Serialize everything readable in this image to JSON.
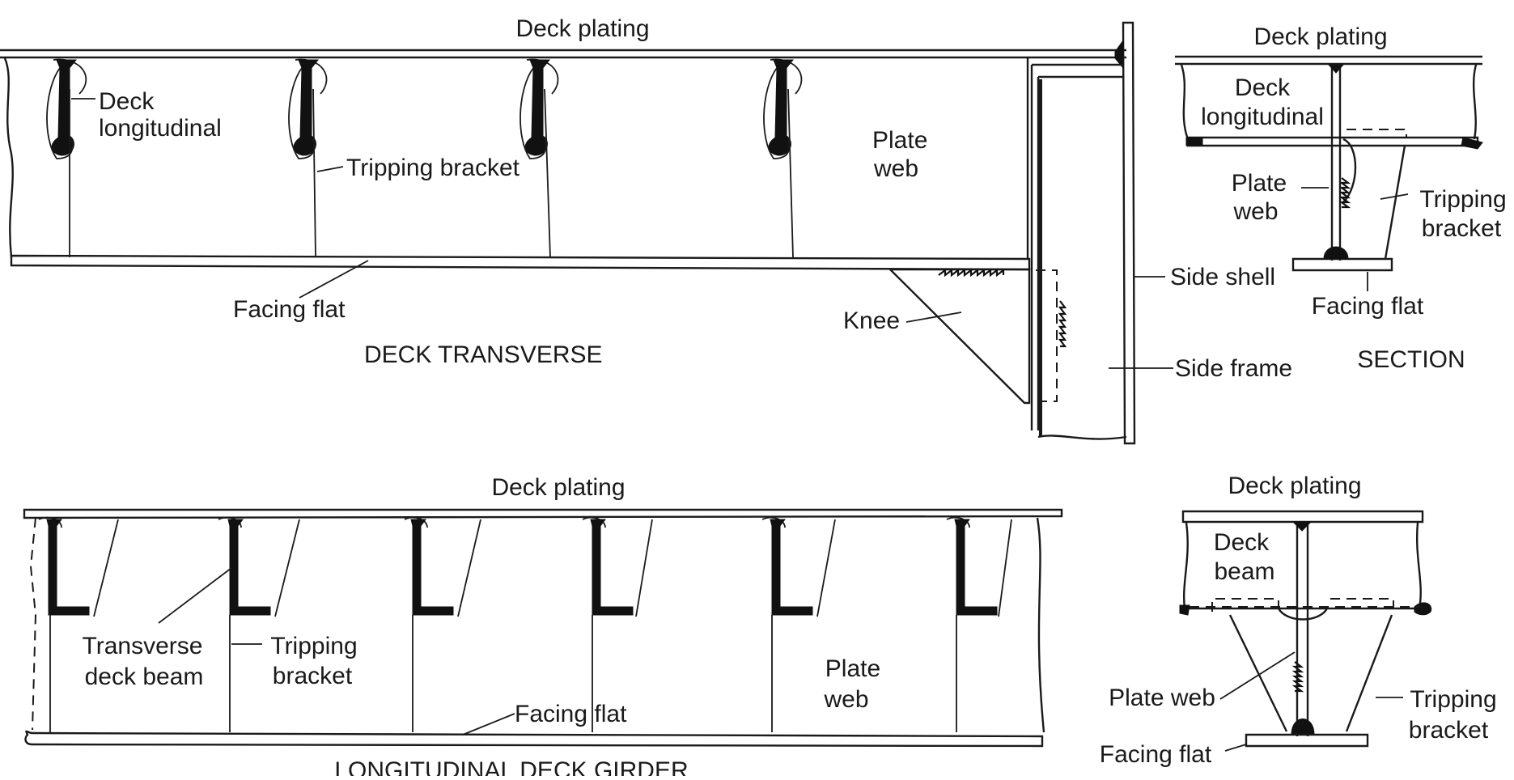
{
  "labels": {
    "t_deck_plating": "Deck plating",
    "t_deck_longitudinal_1": "Deck",
    "t_deck_longitudinal_2": "longitudinal",
    "t_tripping_bracket": "Tripping bracket",
    "t_plate_web_1": "Plate",
    "t_plate_web_2": "web",
    "t_facing_flat": "Facing flat",
    "t_title": "DECK TRANSVERSE",
    "t_knee": "Knee",
    "t_side_shell": "Side shell",
    "t_side_frame": "Side frame",
    "s1_deck_plating": "Deck plating",
    "s1_deck_longitudinal_1": "Deck",
    "s1_deck_longitudinal_2": "longitudinal",
    "s1_plate_web_1": "Plate",
    "s1_plate_web_2": "web",
    "s1_tripping_bracket_1": "Tripping",
    "s1_tripping_bracket_2": "bracket",
    "s1_facing_flat": "Facing flat",
    "s1_title": "SECTION",
    "g_deck_plating": "Deck plating",
    "g_transverse_deck_beam_1": "Transverse",
    "g_transverse_deck_beam_2": "deck beam",
    "g_tripping_bracket_1": "Tripping",
    "g_tripping_bracket_2": "bracket",
    "g_plate_web_1": "Plate",
    "g_plate_web_2": "web",
    "g_facing_flat": "Facing flat",
    "g_title": "LONGITUDINAL DECK GIRDER",
    "s2_deck_plating": "Deck plating",
    "s2_deck_beam_1": "Deck",
    "s2_deck_beam_2": "beam",
    "s2_plate_web": "Plate web",
    "s2_tripping_bracket_1": "Tripping",
    "s2_tripping_bracket_2": "bracket",
    "s2_facing_flat": "Facing flat"
  }
}
